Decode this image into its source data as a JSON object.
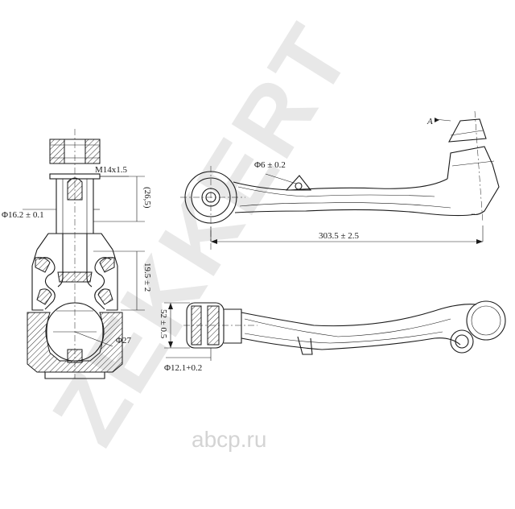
{
  "watermark": {
    "brand": "ZEKKERT",
    "site": "abcp.ru"
  },
  "dimensions": {
    "thread": "M14x1.5",
    "height_ref": "(26,5)",
    "diameter_stud": "Φ16.2 ± 0.1",
    "boot_height": "19.5 ± 2",
    "ball_diameter": "Φ27",
    "hole_diameter": "Φ6 ± 0.2",
    "length": "303.5 ± 2.5",
    "bushing_width": "52 ± 0.5",
    "bushing_bore": "Φ12.1+0.2",
    "view_marker": "A"
  },
  "colors": {
    "line": "#1a1a1a",
    "watermark": "#e8e8e8"
  }
}
